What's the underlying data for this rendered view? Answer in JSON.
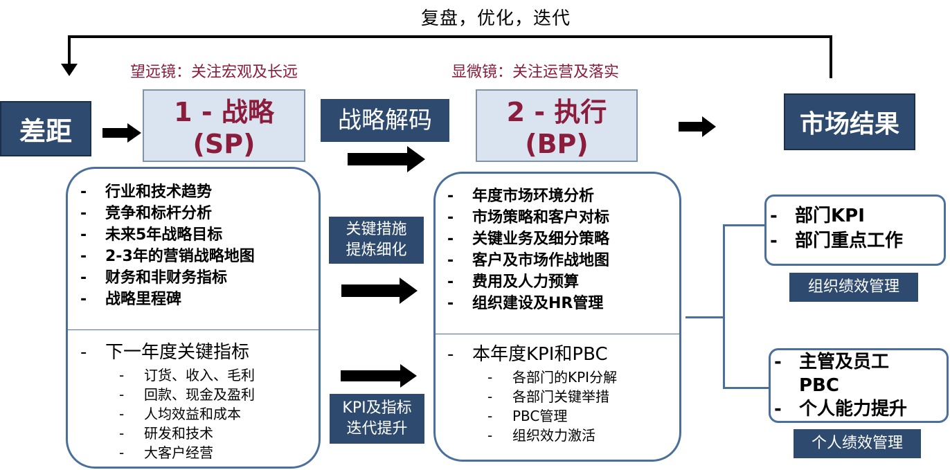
{
  "top_loop_label": "复盘，优化，迭代",
  "telescope_label": "望远镜：关注宏观及长远",
  "microscope_label": "显微镜：关注运营及落实",
  "gap_label": "差距",
  "strategy": {
    "title": "1 - 战略",
    "abbr": "(SP)"
  },
  "decode_label": "战略解码",
  "execution": {
    "title": "2 - 执行",
    "abbr": "(BP)"
  },
  "market_result_label": "市场结果",
  "sp_items": [
    "行业和技术趋势",
    "竞争和标杆分析",
    "未来5年战略目标",
    "2-3年的营销战略地图",
    "财务和非财务指标",
    "战略里程碑"
  ],
  "sp_kpi": {
    "title": "下一年度关键指标",
    "items": [
      "订货、收入、毛利",
      "回款、现金及盈利",
      "人均效益和成本",
      "研发和技术",
      "大客户经营"
    ]
  },
  "mid_tag_1": [
    "关键措施",
    "提炼细化"
  ],
  "mid_tag_2": [
    "KPI及指标",
    "迭代提升"
  ],
  "bp_items": [
    "年度市场环境分析",
    "市场策略和客户对标",
    "关键业务及细分策略",
    "客户及市场作战地图",
    "费用及人力预算",
    "组织建设及HR管理"
  ],
  "bp_kpi": {
    "title": "本年度KPI和PBC",
    "items": [
      "各部门的KPI分解",
      "各部门关键举措",
      "PBC管理",
      "组织效力激活"
    ]
  },
  "org_box_items": [
    "部门KPI",
    "部门重点工作"
  ],
  "org_tag": "组织绩效管理",
  "person_box_items": [
    "主管及员工PBC",
    "个人能力提升"
  ],
  "person_tag": "个人绩效管理"
}
